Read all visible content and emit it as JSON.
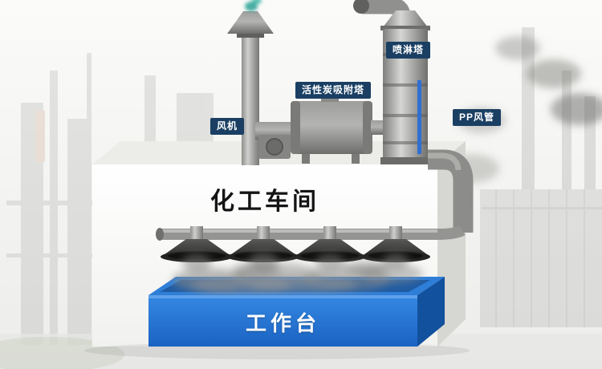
{
  "labels": {
    "fan": "风机",
    "carbon_tower": "活性炭吸附塔",
    "spray_tower": "喷淋塔",
    "pp_duct": "PP风管"
  },
  "building": {
    "title": "化工车间"
  },
  "worktable": {
    "title": "工作台"
  },
  "colors": {
    "label_background": "#1a3f63",
    "label_text": "#ffffff",
    "worktable_blue": "#1e6fd0",
    "building_white": "#f5f5f3",
    "equipment_gray": "#90908e",
    "hood_charcoal": "#3a3a38",
    "chimney_smoke_teal": "#2ca195"
  }
}
